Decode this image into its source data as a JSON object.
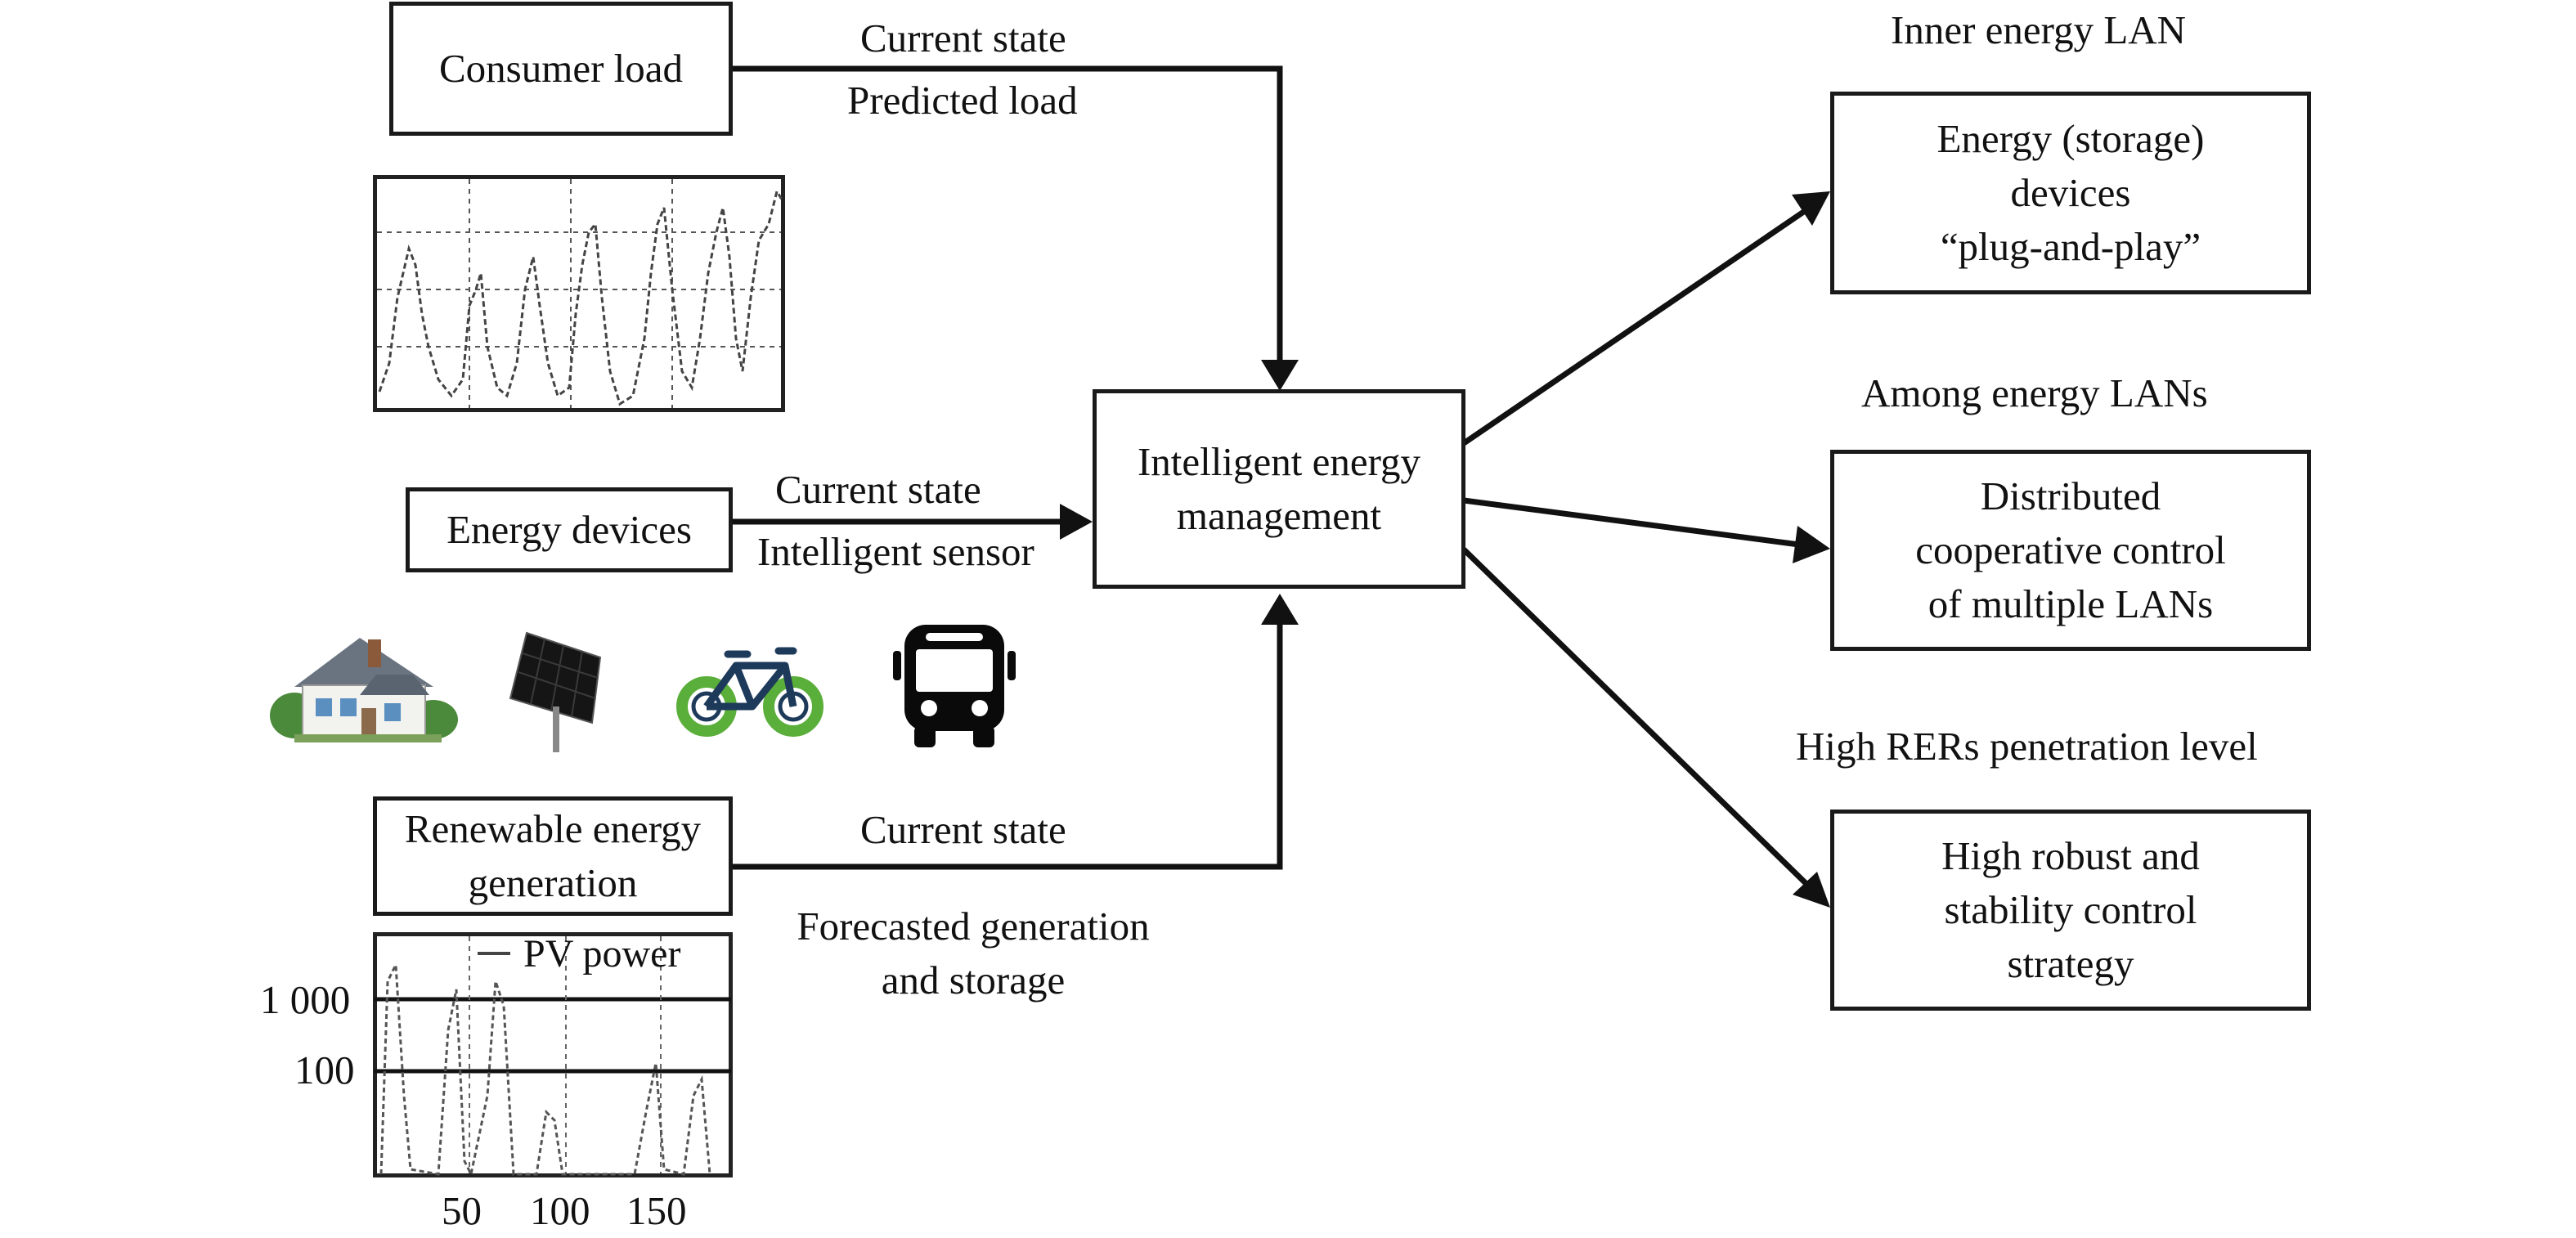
{
  "boxes": {
    "consumer_load": "Consumer load",
    "energy_devices": "Energy devices",
    "renewable_generation": [
      "Renewable energy",
      "generation"
    ],
    "intelligent_management": [
      "Intelligent energy",
      "management"
    ],
    "storage_devices": [
      "Energy (storage)",
      "devices",
      "“plug-and-play”"
    ],
    "distributed_control": [
      "Distributed",
      "cooperative control",
      "of multiple LANs"
    ],
    "robust_control": [
      "High robust and",
      "stability control",
      "strategy"
    ]
  },
  "flow_labels": {
    "consumer_top": "Current state",
    "consumer_bottom": "Predicted load",
    "devices_top": "Current state",
    "devices_bottom": "Intelligent sensor",
    "renewable_top": "Current state",
    "renewable_bottom": [
      "Forecasted generation",
      "and storage"
    ]
  },
  "group_headings": {
    "inner": "Inner energy LAN",
    "among": "Among energy LANs",
    "high": "High RERs penetration level"
  },
  "pv_chart": {
    "legend": "PV power",
    "y_ticks": [
      "1 000",
      "100"
    ],
    "x_ticks": [
      "50",
      "100",
      "150"
    ]
  },
  "icons": [
    "house-icon",
    "solar-panel-icon",
    "bicycle-icon",
    "bus-icon"
  ]
}
